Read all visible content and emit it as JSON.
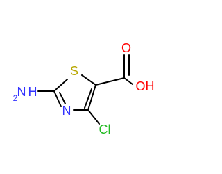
{
  "molecule": {
    "atoms": {
      "amino_n": "N",
      "amino_h": "H",
      "amino_h_count": "2",
      "sulfur": "S",
      "ring_n": "N",
      "chlorine": "Cl",
      "hydroxyl": "OH",
      "carbonyl_o": "O"
    },
    "colors": {
      "bond": "#000000",
      "nitrogen": "#3333ff",
      "sulfur": "#b8a700",
      "chlorine": "#22bb22",
      "oxygen": "#ff0000"
    }
  }
}
